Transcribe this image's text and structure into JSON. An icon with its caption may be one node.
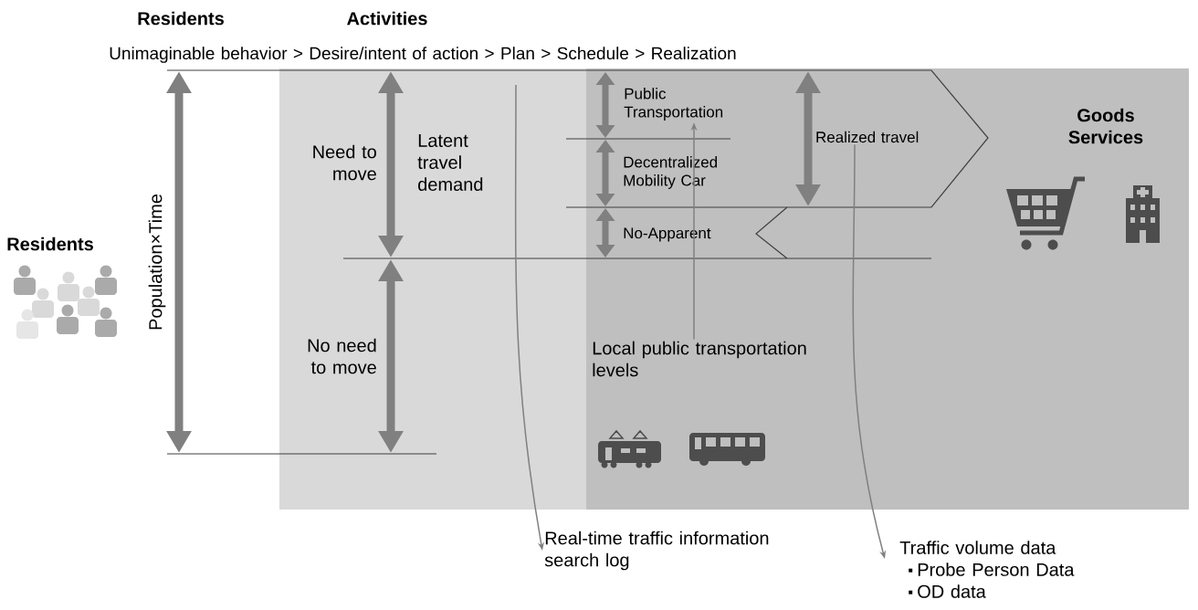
{
  "diagram": {
    "nodes": [
      {
        "text": [
          "Public Transportation"
        ]
      },
      {
        "text": [
          "Realized travel"
        ]
      },
      {
        "text": [
          "Local public transportation levels"
        ]
      },
      {
        "text": [
          "Real-time traffic information search log"
        ]
      },
      {
        "text": [
          "Traffic volume data",
          "Probe Person Data",
          "OD data"
        ]
      }
    ],
    "edges": [
      {
        "from": 2,
        "to": 0,
        "arrow": "to"
      },
      {
        "from": 1,
        "to": 4,
        "arrow": "to"
      },
      {
        "from": null,
        "to": 3,
        "arrow": "to"
      }
    ],
    "labels": [
      "Residents",
      "Activities",
      "Unimaginable behavior > Desire/intent of action > Plan > Schedule > Realization",
      "Population×Time",
      "Need to move",
      "Latent travel demand",
      "No need to move",
      "Decentralized Mobility Car",
      "No-Apparent",
      "Goods Services",
      "Residents"
    ]
  }
}
